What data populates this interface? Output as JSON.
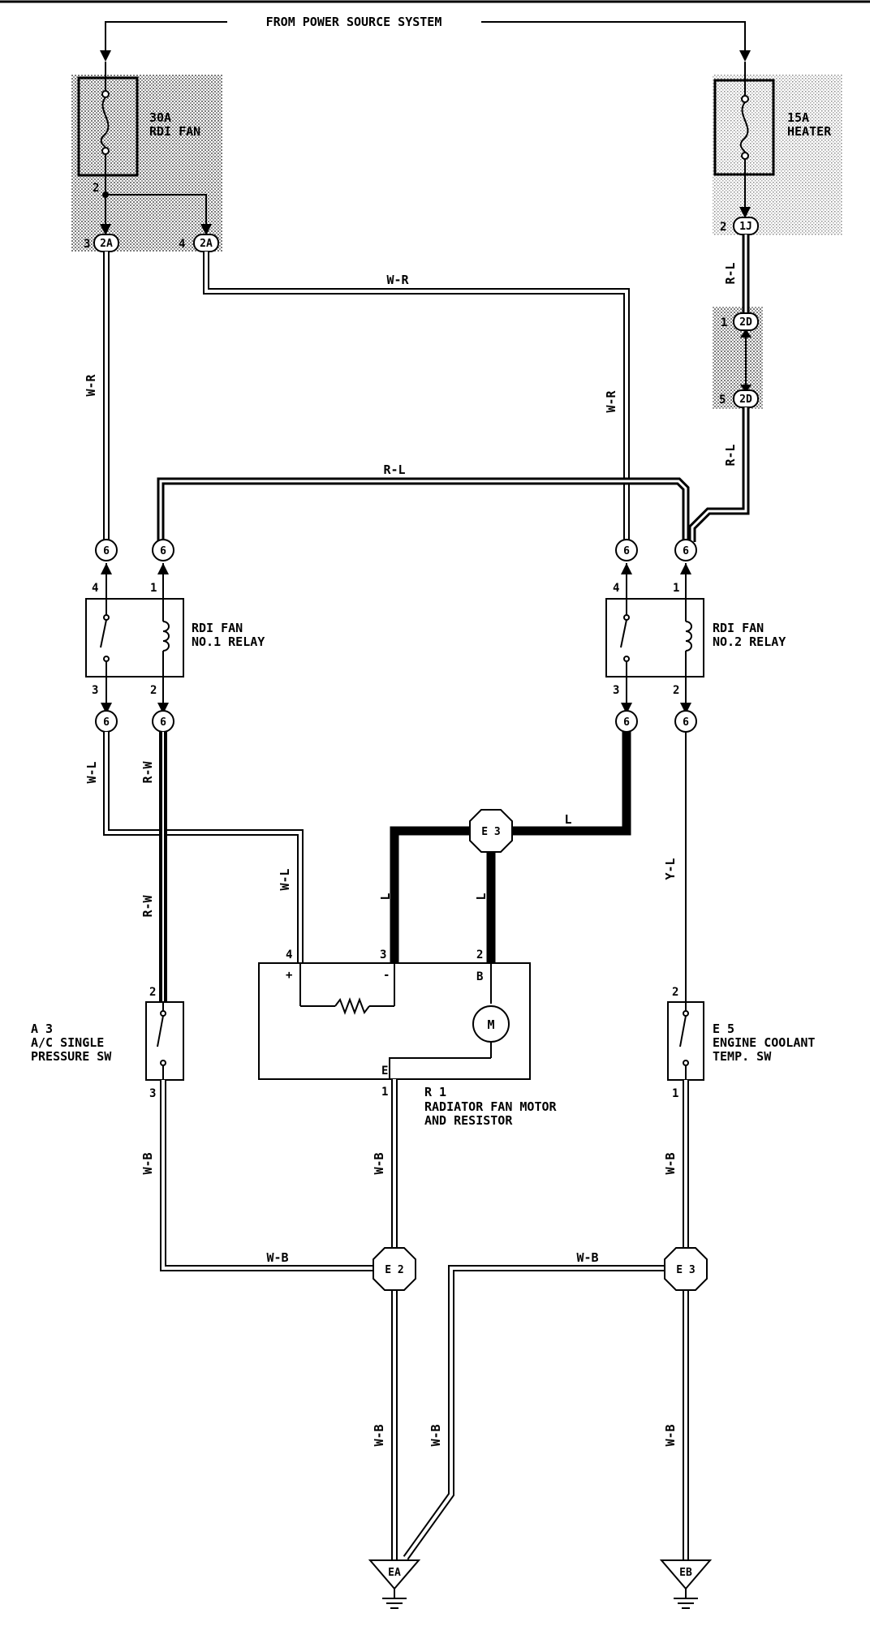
{
  "header": {
    "title": "FROM POWER SOURCE SYSTEM"
  },
  "fuses": {
    "rdi_fan": {
      "line1": "30A",
      "line2": "RDI FAN"
    },
    "heater": {
      "line1": "15A",
      "line2": "HEATER"
    }
  },
  "connectors": {
    "c2a": "2A",
    "c1j": "1J",
    "c2d": "2D",
    "c6": "6",
    "e3": "E 3",
    "e2": "E 2",
    "ea": "EA",
    "eb": "EB"
  },
  "pins": {
    "p1": "1",
    "p2": "2",
    "p3": "3",
    "p4": "4",
    "p5": "5",
    "plus": "+",
    "minus": "-",
    "B": "B",
    "E": "E",
    "M": "M"
  },
  "wires": {
    "wr": "W-R",
    "rl": "R-L",
    "wl": "W-L",
    "rw": "R-W",
    "l": "L",
    "yl": "Y-L",
    "wb": "W-B"
  },
  "components": {
    "relay1": {
      "line1": "RDI FAN",
      "line2": "NO.1 RELAY"
    },
    "relay2": {
      "line1": "RDI FAN",
      "line2": "NO.2 RELAY"
    },
    "a3": {
      "code": "A 3",
      "line1": "A/C SINGLE",
      "line2": "PRESSURE SW"
    },
    "e5": {
      "code": "E 5",
      "line1": "ENGINE COOLANT",
      "line2": "TEMP. SW"
    },
    "r1": {
      "code": "R 1",
      "line1": "RADIATOR FAN MOTOR",
      "line2": "AND RESISTOR"
    }
  }
}
